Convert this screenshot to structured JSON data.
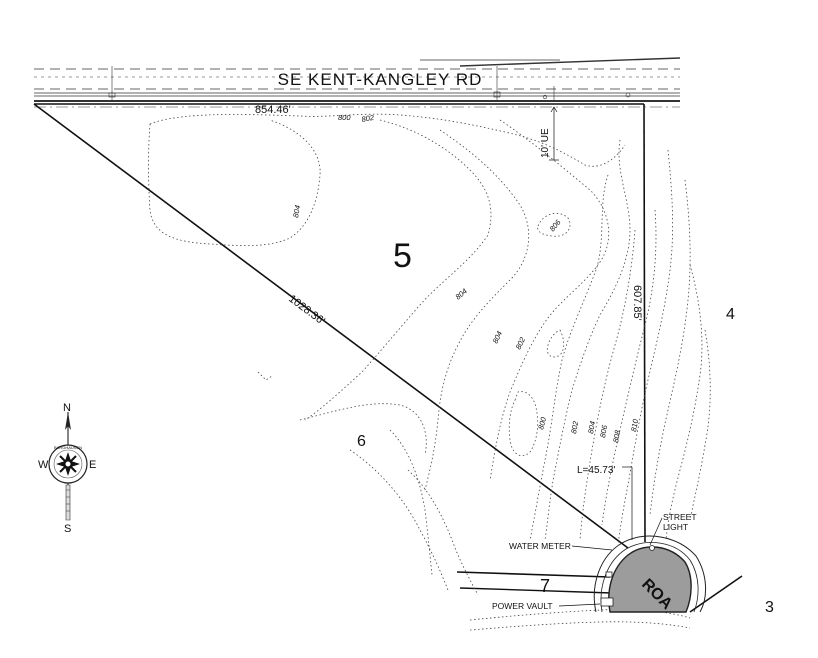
{
  "road": {
    "name": "SE KENT-KANGLEY RD"
  },
  "lots": {
    "lot_5": "5",
    "lot_4": "4",
    "lot_6": "6",
    "lot_7": "7",
    "lot_3": "3"
  },
  "dimensions": {
    "north_line": "854.46'",
    "hypotenuse": "1028.36'",
    "east_line": "607.85'",
    "easement": "10' UE",
    "arc_length": "L=45.73'"
  },
  "contours": {
    "c800a": "800",
    "c802a": "802",
    "c804a": "804",
    "c804b": "804",
    "c806a": "806",
    "c804c": "804",
    "c802b": "802",
    "c800b": "800",
    "c802c": "802",
    "c804d": "804",
    "c806b": "806",
    "c808": "808",
    "c810": "810"
  },
  "callouts": {
    "street_light_1": "STREET",
    "street_light_2": "LIGHT",
    "water_meter": "WATER METER",
    "power_vault": "POWER VAULT",
    "cul_de_sac_road": "ROA"
  },
  "compass": {
    "n": "N",
    "s": "S",
    "e": "E",
    "w": "W",
    "logo_text": "BARGHAUSEN"
  }
}
